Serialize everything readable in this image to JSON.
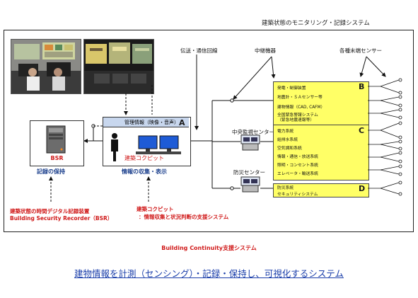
{
  "header_title": "建築状態のモニタリング・記録システム",
  "top_labels": {
    "transmission": "伝送・通信回線",
    "relay": "中継機器",
    "sensors": "各種末端センサー"
  },
  "bsr": {
    "label": "BSR",
    "caption": "記録の保持",
    "note_line1": "建築状態の時間デジタル記録装置",
    "note_line2": "Building Security Recorder（BSR）"
  },
  "management": {
    "header": "管理情報（映像・音声）",
    "letter": "A",
    "cockpit": "建築コクピット",
    "caption": "情報の収集・表示",
    "note_line1": "建築コクピット",
    "note_line2": "：情報収集と状況判断の支援システム"
  },
  "centers": {
    "central": "中央監視センター",
    "disaster": "防災センター"
  },
  "group_b": {
    "letter": "B",
    "items": [
      "発電・制御装置",
      "地震計・ＳＡセンサー等",
      "建物情報（CAD, CAFM）",
      "全国緊急警報システム",
      "（緊急地震速報等）"
    ]
  },
  "group_c": {
    "letter": "C",
    "items": [
      "電力系統",
      "給排水系統",
      "空気調和系統",
      "情報・通信・放送系統",
      "照明・コンセント系統",
      "エレベータ・輸送系統"
    ]
  },
  "group_d": {
    "letter": "D",
    "items": [
      "防災系統",
      "セキュリティシステム"
    ]
  },
  "caption_bcs": "Building Continuity支援システム",
  "bottom_title": "建物情報を計測（センシング）・記録・保持し、可視化するシステム",
  "colors": {
    "blue_text": "#1a3e8c",
    "red_text": "#d01a1a",
    "yellow_panel": "#ffff66",
    "header_fill": "#c8d7ee"
  }
}
